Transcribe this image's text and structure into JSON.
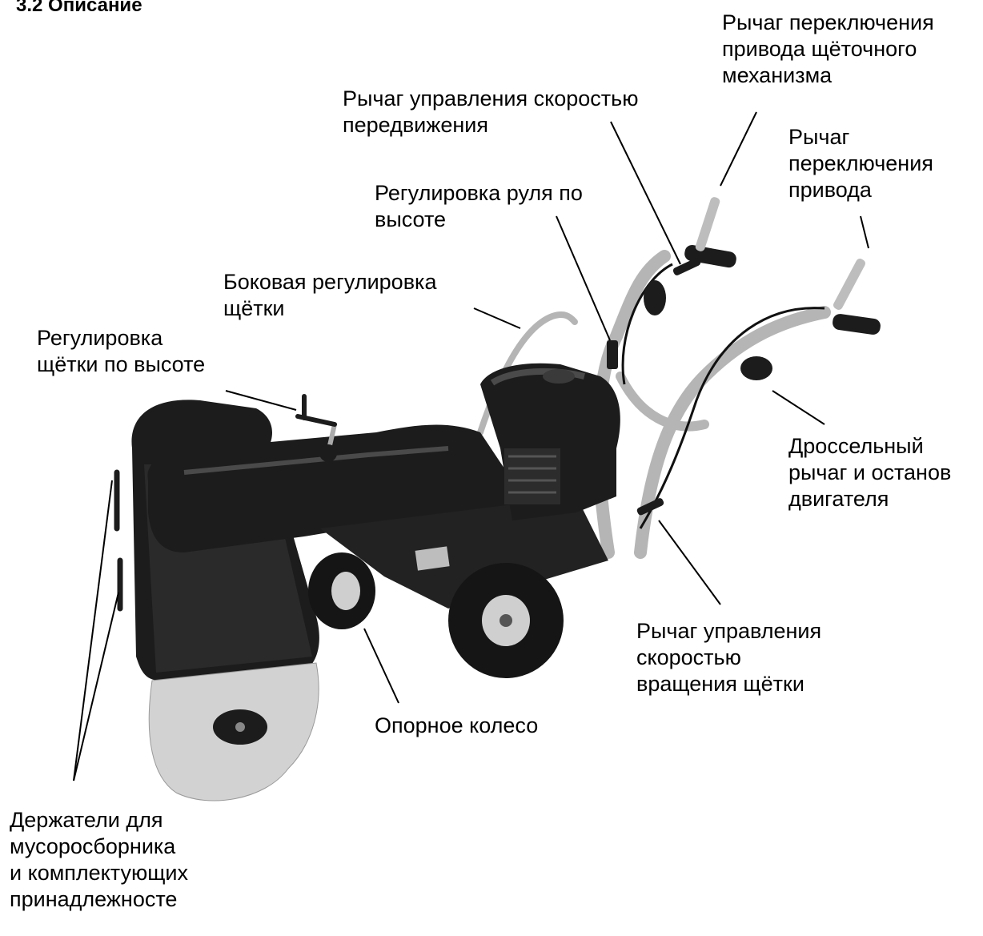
{
  "heading": "3.2 Описание",
  "labels": {
    "brush_drive_lever": "Рычаг переключения\nпривода щёточного\nмеханизма",
    "travel_speed_lever": "Рычаг управления скоростью\nпередвижения",
    "drive_lever": "Рычаг\nпереключения\nпривода",
    "handle_height_adjust": "Регулировка руля по\nвысоте",
    "side_brush_adjust": "Боковая регулировка\nщётки",
    "brush_height_adjust": "Регулировка\nщётки по высоте",
    "throttle_lever": "Дроссельный\nрычаг и останов\nдвигателя",
    "brush_rotation_lever": "Рычаг управления\nскоростью\nвращения щётки",
    "support_wheel": "Опорное колесо",
    "holders": "Держатели для\nмусоросборника\nи комплектующих\nпринадлежносте"
  },
  "colors": {
    "body": "#1c1c1c",
    "body_highlight": "#3a3a3a",
    "frame": "#b5b5b5",
    "bristles": "#d2d2d2",
    "tire": "#151515",
    "rim": "#cfcfcf",
    "leader": "#000000"
  }
}
